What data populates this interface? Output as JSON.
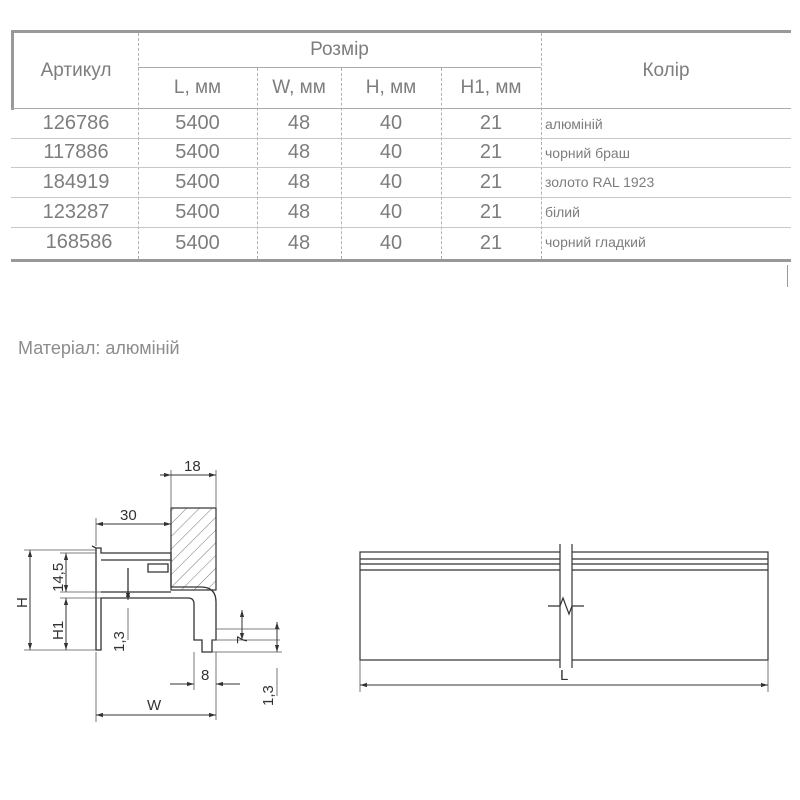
{
  "table": {
    "headers": {
      "article": "Артикул",
      "size": "Розмір",
      "color": "Колір",
      "columns": [
        "L, мм",
        "W, мм",
        "H, мм",
        "H1, мм"
      ]
    },
    "rows": [
      {
        "article": "126786",
        "L": "5400",
        "W": "48",
        "H": "40",
        "H1": "21",
        "color": "алюміній"
      },
      {
        "article": "117886",
        "L": "5400",
        "W": "48",
        "H": "40",
        "H1": "21",
        "color": "чорний браш"
      },
      {
        "article": "184919",
        "L": "5400",
        "W": "48",
        "H": "40",
        "H1": "21",
        "color": "золото RAL 1923"
      },
      {
        "article": "123287",
        "L": "5400",
        "W": "48",
        "H": "40",
        "H1": "21",
        "color": "білий"
      },
      {
        "article": "168586",
        "L": "5400",
        "W": "48",
        "H": "40",
        "H1": "21",
        "color": "чорний гладкий"
      }
    ]
  },
  "material": "Матеріал: алюміній",
  "drawing": {
    "dimensions": {
      "d18": "18",
      "d30": "30",
      "d14_5": "14,5",
      "H": "H",
      "H1": "H1",
      "d1_3_inner": "1,3",
      "d7": "7",
      "d8": "8",
      "d1_3_outer": "1,3",
      "W": "W",
      "L": "L"
    }
  }
}
